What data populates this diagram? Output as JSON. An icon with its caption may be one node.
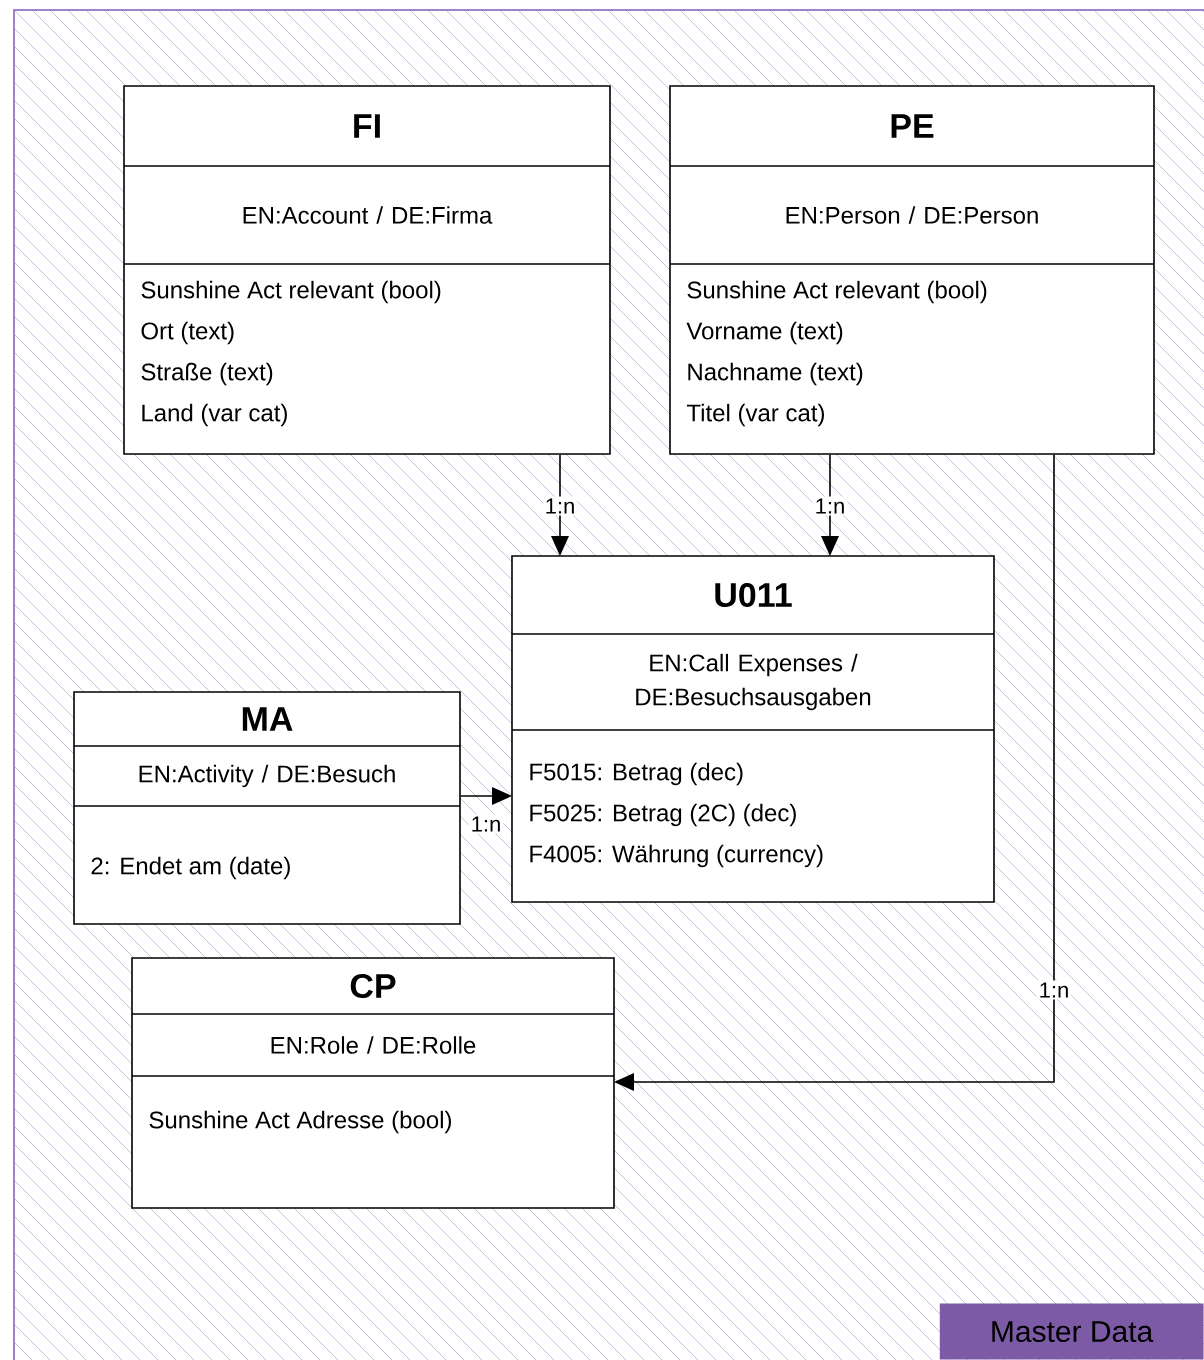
{
  "diagram": {
    "nodes": [
      {
        "text": [
          "FI",
          "EN:Account / DE:Firma",
          "Sunshine Act relevant (bool)",
          "Ort (text)",
          "Straße (text)",
          "Land (var cat)"
        ]
      },
      {
        "text": [
          "PE",
          "EN:Person / DE:Person",
          "Sunshine Act relevant (bool)",
          "Vorname (text)",
          "Nachname (text)",
          "Titel (var cat)"
        ]
      },
      {
        "text": [
          "U011",
          "EN:Call Expenses / DE:Besuchsausgaben",
          "F5015: Betrag (dec)",
          "F5025: Betrag (2C) (dec)",
          "F4005: Währung (currency)"
        ]
      },
      {
        "text": [
          "MA",
          "EN:Activity / DE:Besuch",
          "2: Endet am (date)"
        ]
      },
      {
        "text": [
          "CP",
          "EN:Role / DE:Rolle",
          "Sunshine Act Adresse (bool)"
        ]
      }
    ],
    "edges": [
      {
        "from": 0,
        "to": 2,
        "arrow": "to",
        "label": "1:n"
      },
      {
        "from": 1,
        "to": 2,
        "arrow": "to",
        "label": "1:n"
      },
      {
        "from": 3,
        "to": 2,
        "arrow": "to",
        "label": "1:n"
      },
      {
        "from": 1,
        "to": 4,
        "arrow": "to",
        "label": "1:n"
      }
    ],
    "labels": [
      "Master Data"
    ]
  }
}
